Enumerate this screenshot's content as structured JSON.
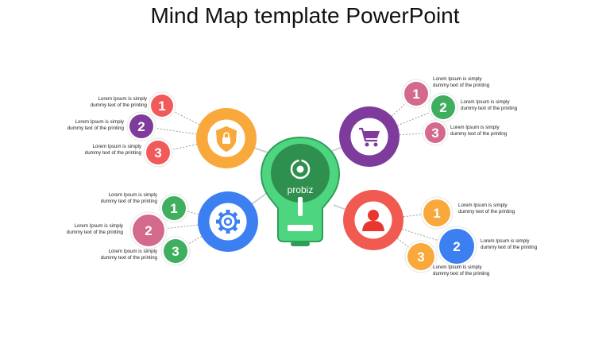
{
  "title": "Mind Map template PowerPoint",
  "brand": "probiz",
  "center_icon": "lightbulb-icon",
  "colors": {
    "green": "#3fae5f",
    "bulb_green": "#4ed57f",
    "orange": "#f9a93b",
    "purple": "#7e3b9c",
    "blue": "#3c7ff0",
    "red": "#f05a50",
    "pink": "#d36a8c"
  },
  "branches": [
    {
      "id": "top-left",
      "icon": "shield-lock-icon",
      "color": "#f9a93b",
      "items": [
        {
          "number": "1",
          "color": "#f05a5a",
          "lines": [
            "Lorem Ipsum is simply",
            "dummy text of the printing"
          ]
        },
        {
          "number": "2",
          "color": "#7e3b9c",
          "lines": [
            "Lorem Ipsum is simply",
            "dummy text of the printing"
          ]
        },
        {
          "number": "3",
          "color": "#f05a5a",
          "lines": [
            "Lorem Ipsum is simply",
            "dummy text of the printing"
          ]
        }
      ]
    },
    {
      "id": "bottom-left",
      "icon": "gear-icon",
      "color": "#3c7ff0",
      "items": [
        {
          "number": "1",
          "color": "#3fae5f",
          "lines": [
            "Lorem Ipsum is simply",
            "dummy text of the printing"
          ]
        },
        {
          "number": "2",
          "color": "#d36a8c",
          "lines": [
            "Lorem Ipsum is simply",
            "dummy text of the printing"
          ]
        },
        {
          "number": "3",
          "color": "#3fae5f",
          "lines": [
            "Lorem Ipsum is simply",
            "dummy text of the printing"
          ]
        }
      ]
    },
    {
      "id": "top-right",
      "icon": "shopping-cart-icon",
      "color": "#7e3b9c",
      "items": [
        {
          "number": "1",
          "color": "#d36a8c",
          "lines": [
            "Lorem Ipsum is simply",
            "dummy text of the printing"
          ]
        },
        {
          "number": "2",
          "color": "#3fae5f",
          "lines": [
            "Lorem Ipsum is simply",
            "dummy text of the printing"
          ]
        },
        {
          "number": "3",
          "color": "#d36a8c",
          "lines": [
            "Lorem Ipsum is simply",
            "dummy text of the printing"
          ]
        }
      ]
    },
    {
      "id": "bottom-right",
      "icon": "user-icon",
      "color": "#f05a50",
      "items": [
        {
          "number": "1",
          "color": "#f9a93b",
          "lines": [
            "Lorem Ipsum is simply",
            "dummy text of the printing"
          ]
        },
        {
          "number": "2",
          "color": "#3c7ff0",
          "lines": [
            "Lorem Ipsum is simply",
            "dummy text of the printing"
          ]
        },
        {
          "number": "3",
          "color": "#f9a93b",
          "lines": [
            "Lorem Ipsum is simply",
            "dummy text of the printing"
          ]
        }
      ]
    }
  ]
}
